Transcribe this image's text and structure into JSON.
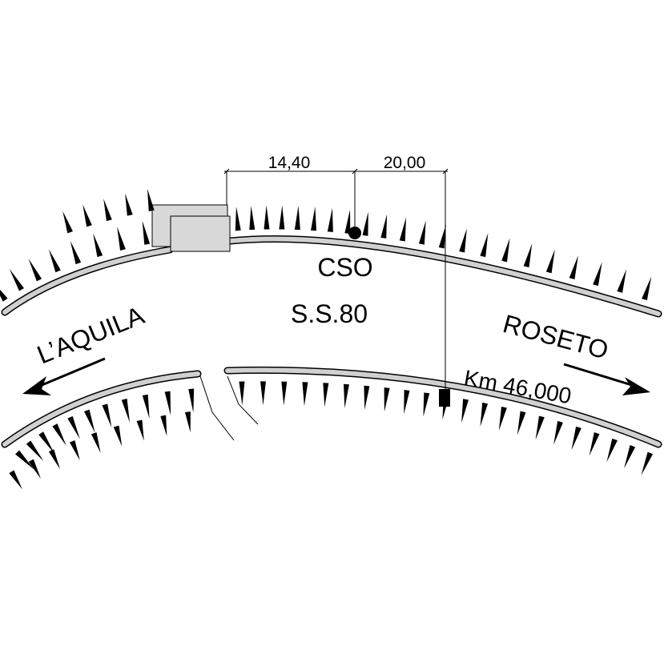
{
  "labels": {
    "dim_left": "14,40",
    "dim_right": "20,00",
    "station": "CSO",
    "road": "S.S.80",
    "city_left": "L’AQUILA",
    "city_right": "ROSETO",
    "km": "Km 46,000"
  },
  "colors": {
    "ink": "#000000",
    "road_edge": "#d0d0d0",
    "building": "#d8d8d8",
    "background": "#ffffff"
  }
}
